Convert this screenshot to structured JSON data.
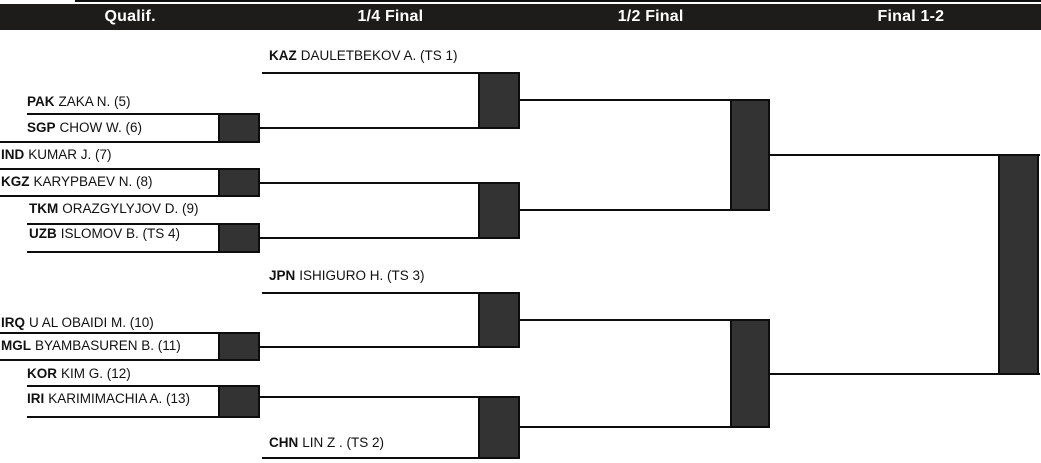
{
  "header": {
    "columns": [
      {
        "label": "Qualif."
      },
      {
        "label": "1/4 Final"
      },
      {
        "label": "1/2 Final"
      },
      {
        "label": "Final 1-2"
      }
    ]
  },
  "players": {
    "kaz": {
      "code": "KAZ",
      "name": "DAULETBEKOV A. (TS 1)"
    },
    "pak": {
      "code": "PAK",
      "name": "ZAKA N. (5)"
    },
    "sgp": {
      "code": "SGP",
      "name": "CHOW W. (6)"
    },
    "ind": {
      "code": "IND",
      "name": "KUMAR J. (7)"
    },
    "kgz": {
      "code": "KGZ",
      "name": "KARYPBAEV N. (8)"
    },
    "tkm": {
      "code": "TKM",
      "name": "ORAZGYLYJOV D. (9)"
    },
    "uzb": {
      "code": "UZB",
      "name": "ISLOMOV B. (TS 4)"
    },
    "jpn": {
      "code": "JPN",
      "name": "ISHIGURO H. (TS 3)"
    },
    "irq": {
      "code": "IRQ",
      "name": "U AL OBAIDI M. (10)"
    },
    "mgl": {
      "code": "MGL",
      "name": "BYAMBASUREN B. (11)"
    },
    "kor": {
      "code": "KOR",
      "name": "KIM G. (12)"
    },
    "iri": {
      "code": "IRI",
      "name": "KARIMIMACHIA A. (13)"
    },
    "chn": {
      "code": "CHN",
      "name": "LIN Z . (TS 2)"
    }
  },
  "colors": {
    "header_bg": "#1e1b1b",
    "header_text": "#ffffff",
    "match_box": "#333333",
    "line": "#0d0d0d"
  }
}
